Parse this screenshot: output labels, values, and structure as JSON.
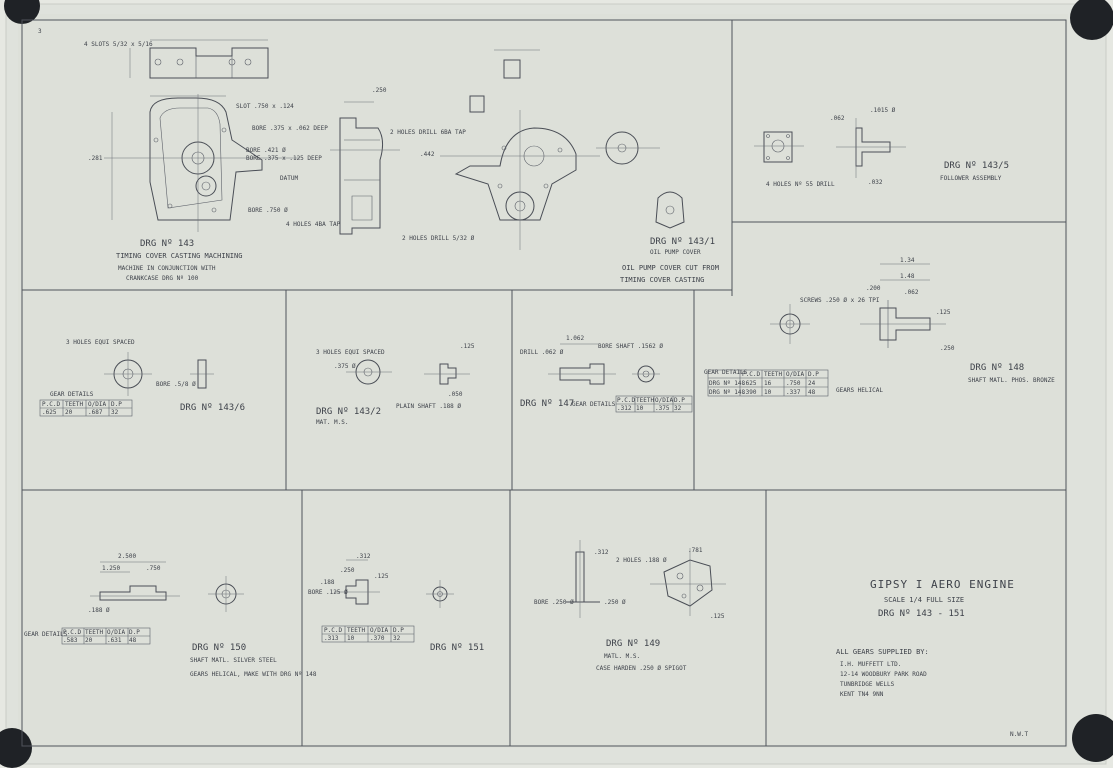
{
  "sheet_number": "3",
  "panels": {
    "dwg_143": {
      "title": "DRG Nº 143",
      "subtitle": "TIMING COVER CASTING MACHINING",
      "note1": "MACHINE IN CONJUNCTION WITH",
      "note2": "CRANKCASE DRG Nº 100",
      "callouts": [
        "4 SLOTS 5/32 x 5/16",
        "SLOT .750 x .124",
        "BORE .375 x .062 DEEP",
        "BORE .421 Ø",
        "BORE .375 x .125 DEEP",
        "BORE .750 Ø",
        ".281",
        "DATUM",
        ".250",
        ".442",
        "2 HOLES DRILL 6BA TAP",
        "2 HOLES DRILL 5/32 Ø",
        "4 HOLES 4BA TAP"
      ]
    },
    "dwg_143_1": {
      "title": "DRG Nº 143/1",
      "subtitle": "OIL PUMP COVER",
      "note": "OIL PUMP COVER CUT FROM",
      "note2": "TIMING COVER CASTING"
    },
    "dwg_143_5": {
      "title": "DRG Nº 143/5",
      "subtitle": "FOLLOWER ASSEMBLY",
      "callouts": [
        "4 HOLES Nº 55 DRILL",
        ".1015 Ø",
        ".062",
        ".032"
      ]
    },
    "dwg_143_6": {
      "title": "DRG Nº 143/6",
      "callouts": [
        "3 HOLES EQUI SPACED",
        "BORE .5/8 Ø"
      ],
      "gear_details_label": "GEAR DETAILS",
      "gear_table": {
        "headers": [
          "P.C.D",
          "TEETH",
          "O/DIA",
          "D.P"
        ],
        "rows": [
          [
            ".625",
            "20",
            ".687",
            "32"
          ]
        ]
      }
    },
    "dwg_143_2": {
      "title": "DRG Nº 143/2",
      "subtitle": "MAT. M.S.",
      "callouts": [
        "3 HOLES EQUI SPACED",
        ".375 Ø",
        ".125",
        ".050",
        "PLAIN SHAFT .188 Ø"
      ]
    },
    "dwg_147": {
      "title": "DRG Nº 147",
      "callouts": [
        "DRILL .062 Ø",
        "BORE SHAFT .1562 Ø",
        "1.062"
      ],
      "gear_details_label": "GEAR DETAILS",
      "gear_table": {
        "headers": [
          "P.C.D",
          "TEETH",
          "O/DIA",
          "D.P"
        ],
        "rows": [
          [
            ".312",
            "10",
            ".375",
            "32"
          ]
        ]
      }
    },
    "dwg_148": {
      "title": "DRG Nº 148",
      "subtitle": "SHAFT MATL. PHOS. BRONZE",
      "callouts": [
        "1.34",
        "1.48",
        ".062",
        ".200",
        "SCREWS .250 Ø x 26 TPI",
        ".125",
        ".250"
      ],
      "gear_details_label": "GEAR DETAILS",
      "gear_table": {
        "headers": [
          "",
          "P.C.D",
          "TEETH",
          "O/DIA",
          "D.P"
        ],
        "rows": [
          [
            "DRG Nº 148",
            ".625",
            "16",
            ".750",
            "24"
          ],
          [
            "DRG Nº 148",
            ".390",
            "10",
            ".337",
            "48"
          ]
        ]
      },
      "note": "GEARS HELICAL"
    },
    "dwg_150": {
      "title": "DRG Nº 150",
      "subtitle": "SHAFT MATL. SILVER STEEL",
      "note": "GEARS HELICAL, MAKE WITH DRG Nº 148",
      "callouts": [
        "2.500",
        "1.250",
        ".750",
        ".188 Ø"
      ],
      "gear_details_label": "GEAR DETAILS",
      "gear_table": {
        "headers": [
          "P.C.D",
          "TEETH",
          "O/DIA",
          "D.P"
        ],
        "rows": [
          [
            ".583",
            "20",
            ".631",
            "48"
          ]
        ]
      }
    },
    "dwg_151": {
      "title": "DRG Nº 151",
      "callouts": [
        ".312",
        ".250",
        ".125",
        ".188",
        "BORE .125 Ø"
      ],
      "gear_table": {
        "headers": [
          "P.C.D",
          "TEETH",
          "O/DIA",
          "D.P"
        ],
        "rows": [
          [
            ".313",
            "10",
            ".370",
            "32"
          ]
        ]
      }
    },
    "dwg_149": {
      "title": "DRG Nº 149",
      "subtitle": "MATL. M.S.",
      "note": "CASE HARDEN .250 Ø SPIGOT",
      "callouts": [
        "2 HOLES .188 Ø",
        ".781",
        ".312",
        "BORE .250 Ø",
        ".250 Ø",
        ".125"
      ]
    }
  },
  "title_block": {
    "line1": "GIPSY I AERO ENGINE",
    "line2": "SCALE 1/4 FULL SIZE",
    "line3": "DRG Nº 143 - 151",
    "supplier_heading": "ALL GEARS SUPPLIED BY:",
    "supplier_lines": [
      "I.H. MUFFETT LTD.",
      "12-14 WOODBURY PARK ROAD",
      "TUNBRIDGE WELLS",
      "KENT   TN4 9NN"
    ],
    "signature": "N.W.T"
  }
}
